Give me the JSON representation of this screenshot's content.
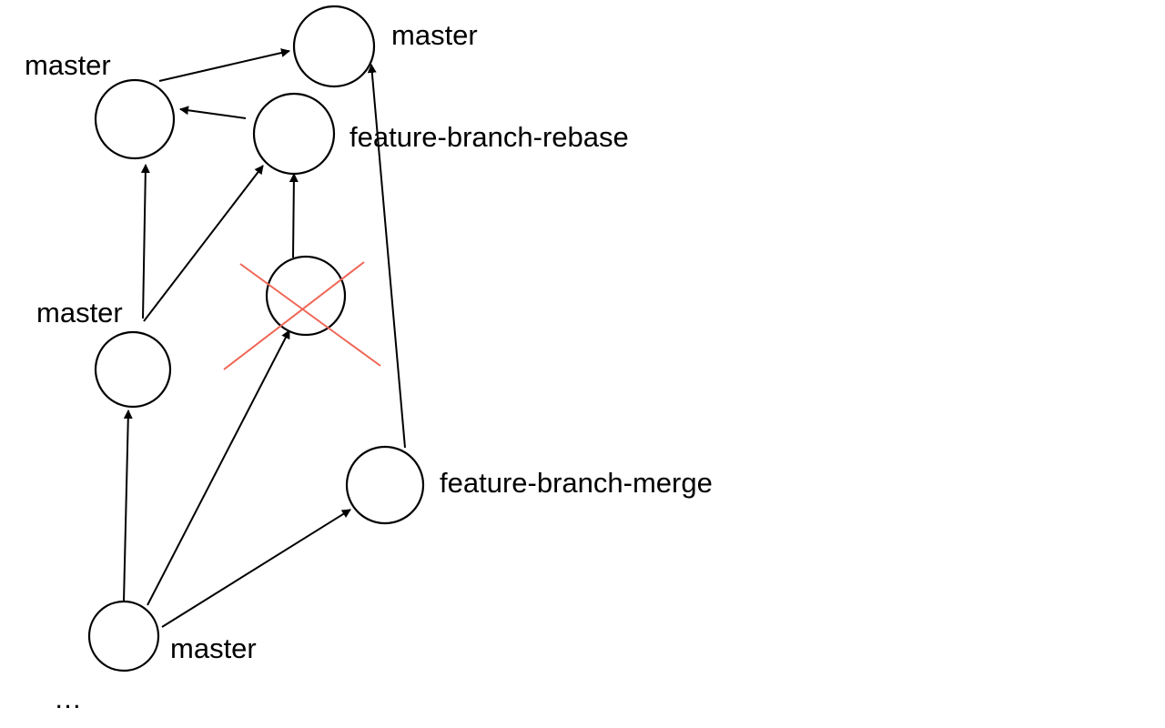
{
  "diagram": {
    "labels": {
      "master_top": "master",
      "master_upper": "master",
      "master_middle": "master",
      "master_bottom": "master",
      "feature_rebase": "feature-branch-rebase",
      "feature_merge": "feature-branch-merge",
      "ellipsis": "…"
    },
    "colors": {
      "line": "#000000",
      "node_fill": "#ffffff",
      "discarded_cross": "#ee6655"
    },
    "discarded_commit": true
  }
}
